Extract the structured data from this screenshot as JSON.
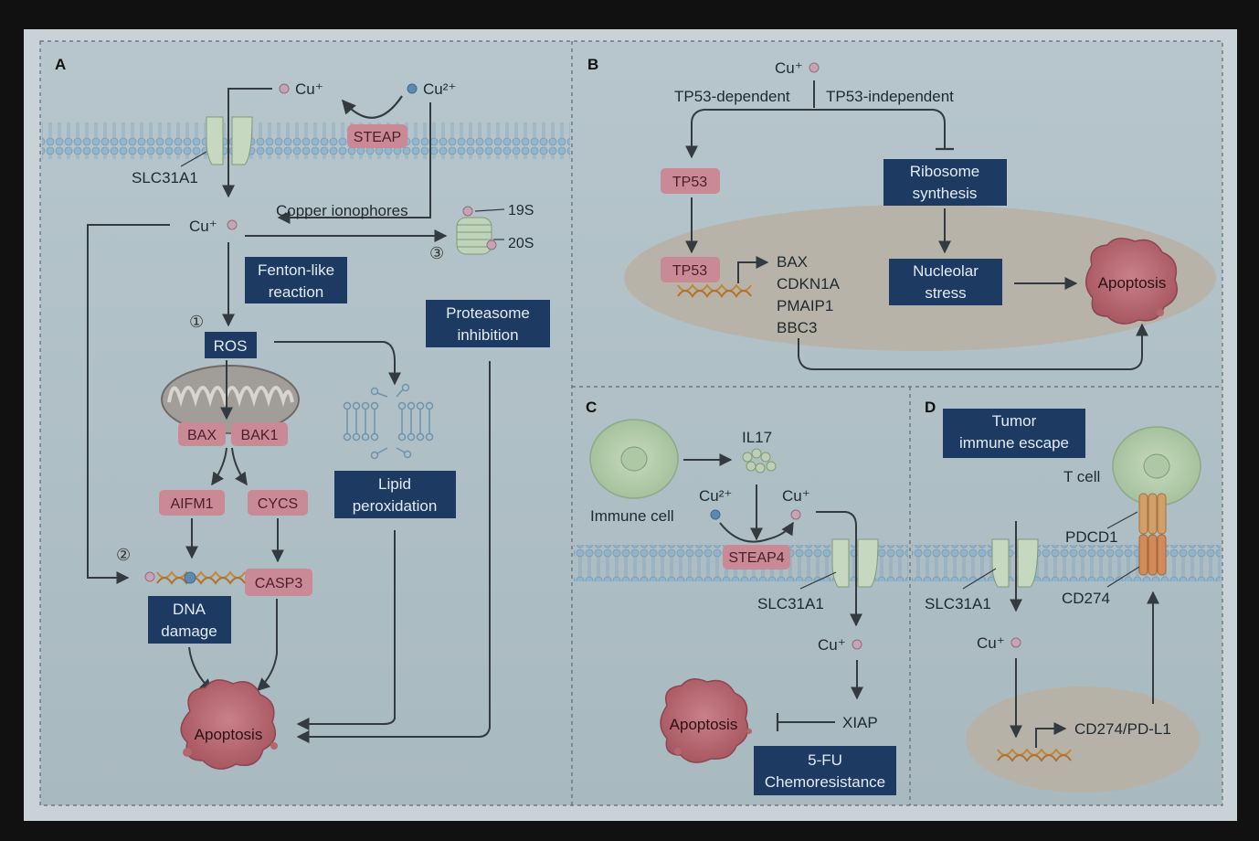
{
  "panels": {
    "a": {
      "letter": "A",
      "cu_plus": "Cu⁺",
      "cu_2plus": "Cu²⁺",
      "steap": "STEAP",
      "transporter": "SLC31A1",
      "copper_ionophores": "Copper ionophores",
      "cu_plus_cytosol": "Cu⁺",
      "proteasome_19s": "19S",
      "proteasome_20s": "20S",
      "marker_1": "①",
      "marker_2": "②",
      "marker_3": "③",
      "fenton_line1": "Fenton-like",
      "fenton_line2": "reaction",
      "proteasome_line1": "Proteasome",
      "proteasome_line2": "inhibition",
      "ros": "ROS",
      "bax": "BAX",
      "bak1": "BAK1",
      "aifm1": "AIFM1",
      "cycs": "CYCS",
      "casp3": "CASP3",
      "dna_line1": "DNA",
      "dna_line2": "damage",
      "lipid_line1": "Lipid",
      "lipid_line2": "peroxidation",
      "apoptosis": "Apoptosis"
    },
    "b": {
      "letter": "B",
      "cu_plus": "Cu⁺",
      "tp53_dependent": "TP53-dependent",
      "tp53_independent": "TP53-independent",
      "tp53_top": "TP53",
      "tp53_nucleus": "TP53",
      "ribosome_line1": "Ribosome",
      "ribosome_line2": "synthesis",
      "nucleolar_line1": "Nucleolar",
      "nucleolar_line2": "stress",
      "targets": [
        "BAX",
        "CDKN1A",
        "PMAIP1",
        "BBC3"
      ],
      "apoptosis": "Apoptosis"
    },
    "c": {
      "letter": "C",
      "immune_cell": "Immune cell",
      "il17": "IL17",
      "cu_2plus": "Cu²⁺",
      "cu_plus": "Cu⁺",
      "steap4": "STEAP4",
      "transporter": "SLC31A1",
      "cu_plus_cytosol": "Cu⁺",
      "xiap": "XIAP",
      "apoptosis": "Apoptosis",
      "chemo_line1": "5-FU",
      "chemo_line2": "Chemoresistance"
    },
    "d": {
      "letter": "D",
      "escape_line1": "Tumor",
      "escape_line2": "immune escape",
      "t_cell": "T cell",
      "pdcd1": "PDCD1",
      "cd274": "CD274",
      "transporter": "SLC31A1",
      "cu_plus": "Cu⁺",
      "cd274_gene": "CD274/PD-L1"
    }
  },
  "colors": {
    "panel_bg": "#b9c9cf",
    "pink_box": "#c98a96",
    "pink_text": "#4a1f26",
    "navy_box": "#1d3a63",
    "navy_text": "#e3ebf3",
    "cu_plus_dot": "#c9a3b3",
    "cu_2plus_dot": "#5b89b2",
    "membrane": "#7da8c4",
    "transporter": "#b8cdb3",
    "apoptosis_cell": "#b5666f",
    "nucleus": "#c9c0b2",
    "dna": "#c0873a",
    "arrow": "#333b40"
  }
}
